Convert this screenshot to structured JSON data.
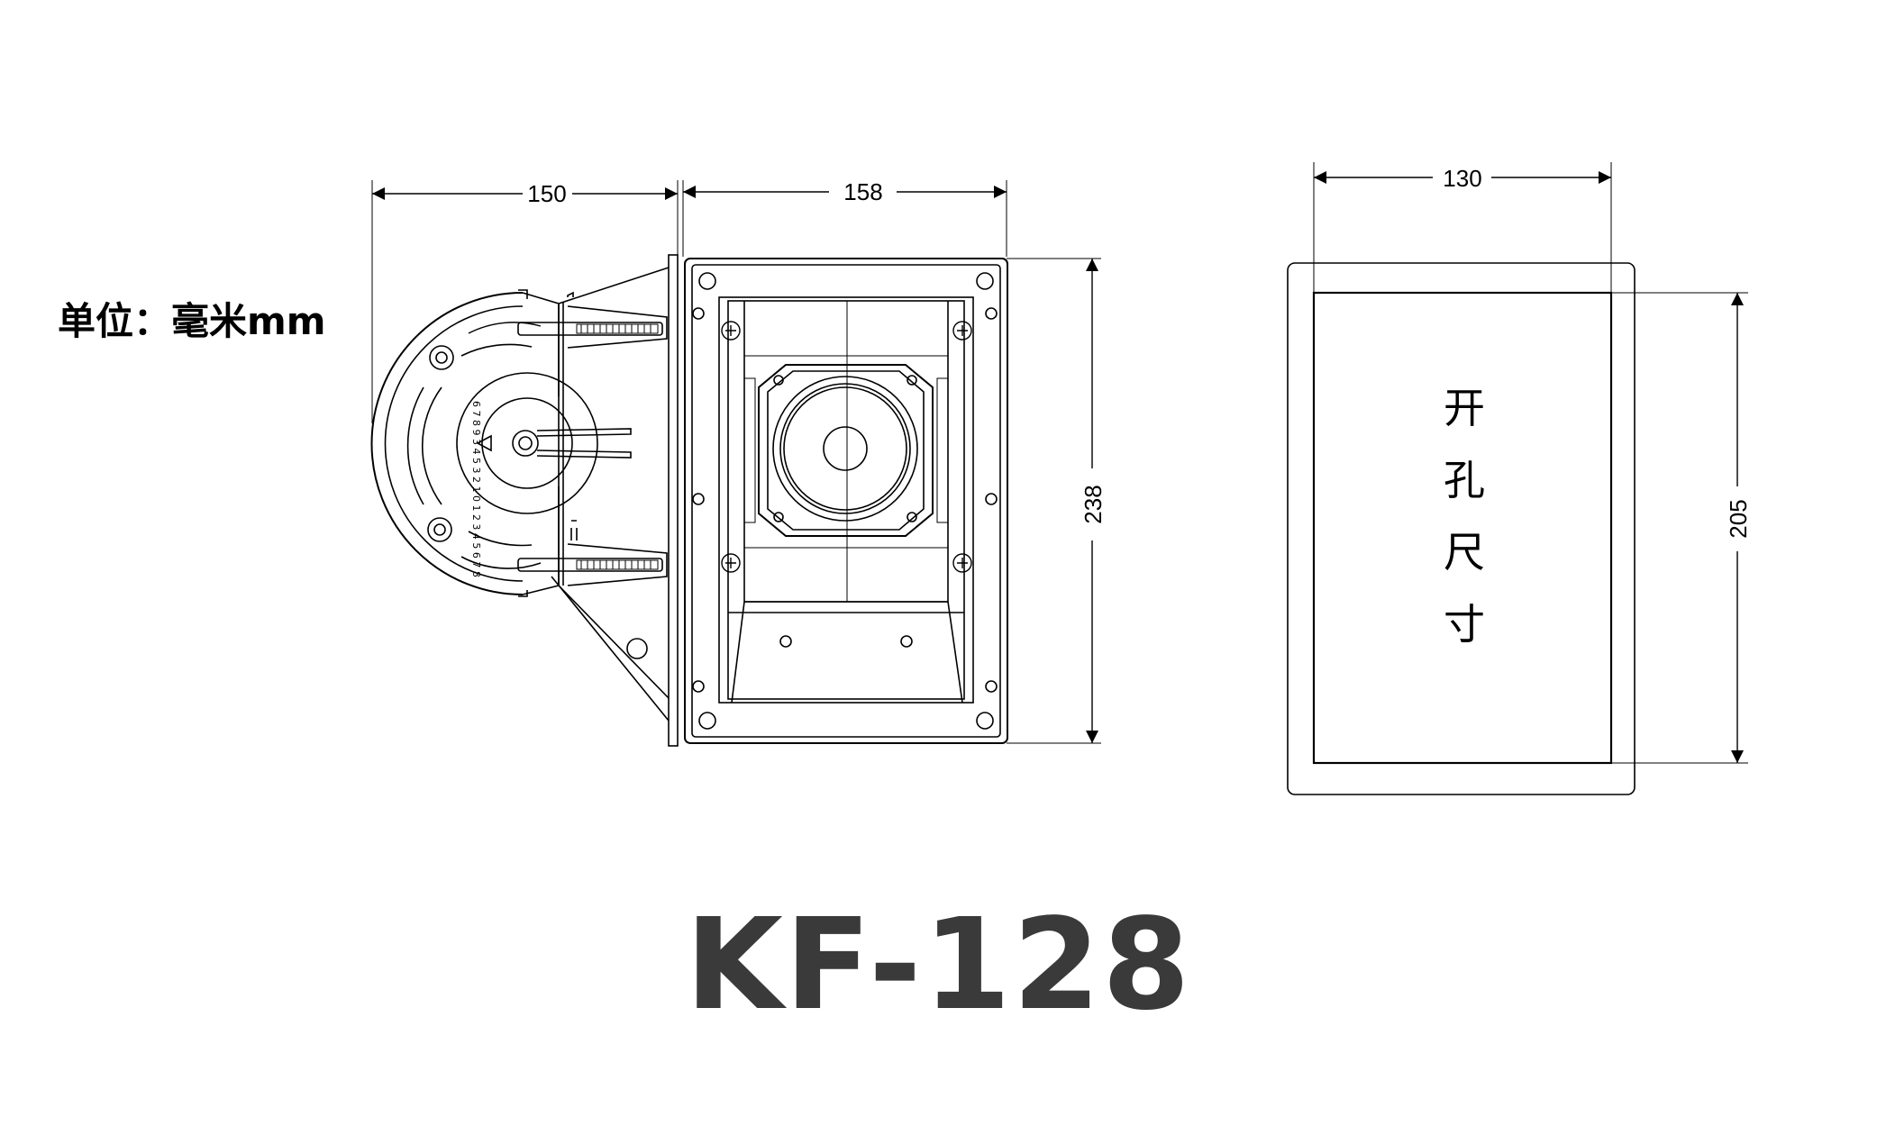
{
  "unit_label": "单位：毫米mm",
  "model": "KF-128",
  "dimensions": {
    "side_depth": "150",
    "front_width": "158",
    "front_height": "238",
    "cutout_width": "130",
    "cutout_height": "205"
  },
  "cutout_label_chars": [
    "开",
    "孔",
    "尺",
    "寸"
  ],
  "dial_numbers": "6 7 8 9 3 4 5 3 2 1 0 1 2 3 4 5 6 7 8",
  "colors": {
    "line": "#000000",
    "title": "#3a3a3a"
  }
}
